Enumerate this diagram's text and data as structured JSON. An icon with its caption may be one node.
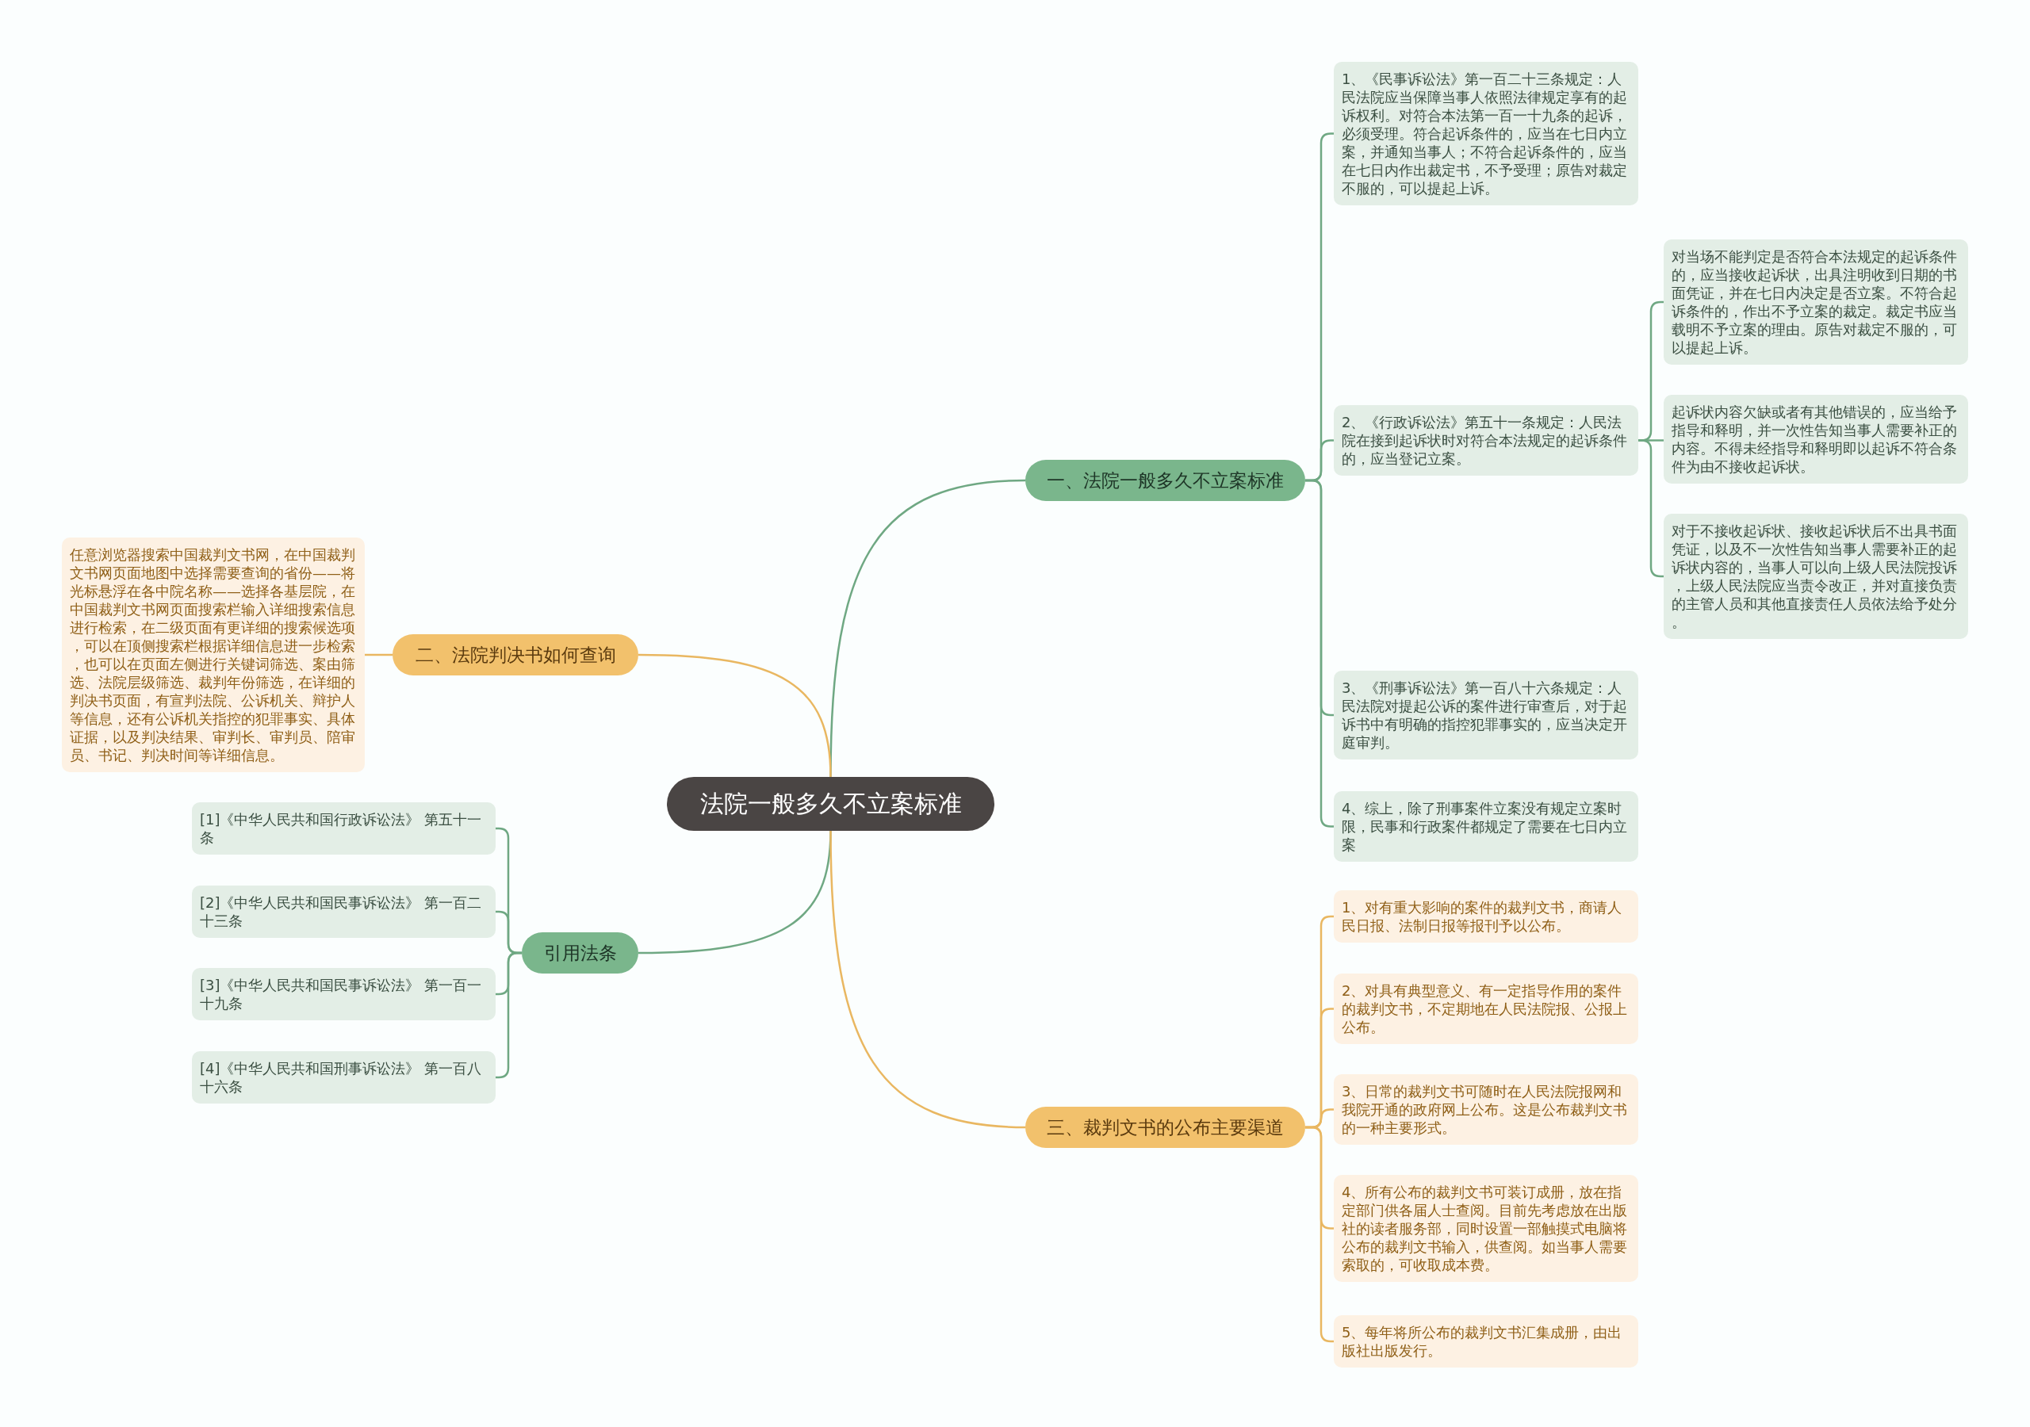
{
  "diagram": {
    "nodes": [
      {
        "text": [
          "法院一般多久不立案标准"
        ]
      },
      {
        "text": [
          "一、法院一般多久不立案标准"
        ]
      },
      {
        "text": [
          "1、《民事诉讼法》第一百二十三条规定：人民法院应当保障当事人依照法律规定享有的起诉权利。对符合本法第一百一十九条的起诉，必须受理。符合起诉条件的，应当在七日内立案，并通知当事人；不符合起诉条件的，应当在七日内作出裁定书，不予受理；原告对裁定不服的，可以提起上诉。"
        ]
      },
      {
        "text": [
          "2、《行政诉讼法》第五十一条规定：人民法院在接到起诉状时对符合本法规定的起诉条件的，应当登记立案。"
        ]
      },
      {
        "text": [
          "对当场不能判定是否符合本法规定的起诉条件的，应当接收起诉状，出具注明收到日期的书面凭证，并在七日内决定是否立案。不符合起诉条件的，作出不予立案的裁定。裁定书应当载明不予立案的理由。原告对裁定不服的，可以提起上诉。"
        ]
      },
      {
        "text": [
          "起诉状内容欠缺或者有其他错误的，应当给予指导和释明，并一次性告知当事人需要补正的内容。不得未经指导和释明即以起诉不符合条件为由不接收起诉状。"
        ]
      },
      {
        "text": [
          "对于不接收起诉状、接收起诉状后不出具书面凭证，以及不一次性告知当事人需要补正的起诉状内容的，当事人可以向上级人民法院投诉，上级人民法院应当责令改正，并对直接负责的主管人员和其他直接责任人员依法给予处分。"
        ]
      },
      {
        "text": [
          "3、《刑事诉讼法》第一百八十六条规定：人民法院对提起公诉的案件进行审查后，对于起诉书中有明确的指控犯罪事实的，应当决定开庭审判。"
        ]
      },
      {
        "text": [
          "4、综上，除了刑事案件立案没有规定立案时限，民事和行政案件都规定了需要在七日内立案"
        ]
      },
      {
        "text": [
          "二、法院判决书如何查询"
        ]
      },
      {
        "text": [
          "任意浏览器搜索中国裁判文书网，在中国裁判文书网页面地图中选择需要查询的省份——将光标悬浮在各中院名称——选择各基层院，在中国裁判文书网页面搜索栏输入详细搜索信息进行检索，在二级页面有更详细的搜索候选项，可以在顶侧搜索栏根据详细信息进一步检索，也可以在页面左侧进行关键词筛选、案由筛选、法院层级筛选、裁判年份筛选，在详细的判决书页面，有宣判法院、公诉机关、辩护人等信息，还有公诉机关指控的犯罪事实、具体证据，以及判决结果、审判长、审判员、陪审员、书记、判决时间等详细信息。"
        ]
      },
      {
        "text": [
          "引用法条"
        ]
      },
      {
        "text": [
          "[1]《中华人民共和国行政诉讼法》 第五十一条"
        ]
      },
      {
        "text": [
          "[2]《中华人民共和国民事诉讼法》 第一百二十三条"
        ]
      },
      {
        "text": [
          "[3]《中华人民共和国民事诉讼法》 第一百一十九条"
        ]
      },
      {
        "text": [
          "[4]《中华人民共和国刑事诉讼法》 第一百八十六条"
        ]
      },
      {
        "text": [
          "三、裁判文书的公布主要渠道"
        ]
      },
      {
        "text": [
          "1、对有重大影响的案件的裁判文书，商请人民日报、法制日报等报刊予以公布。"
        ]
      },
      {
        "text": [
          "2、对具有典型意义、有一定指导作用的案件的裁判文书，不定期地在人民法院报、公报上公布。"
        ]
      },
      {
        "text": [
          "3、日常的裁判文书可随时在人民法院报网和我院开通的政府网上公布。这是公布裁判文书的一种主要形式。"
        ]
      },
      {
        "text": [
          "4、所有公布的裁判文书可装订成册，放在指定部门供各届人士查阅。目前先考虑放在出版社的读者服务部，同时设置一部触摸式电脑将公布的裁判文书输入，供查阅。如当事人需要索取的，可收取成本费。"
        ]
      },
      {
        "text": [
          "5、每年将所公布的裁判文书汇集成册，由出版社出版发行。"
        ]
      }
    ],
    "edges": [
      {
        "from": 0,
        "to": 1,
        "arrow": "none"
      },
      {
        "from": 1,
        "to": 2,
        "arrow": "none"
      },
      {
        "from": 1,
        "to": 3,
        "arrow": "none"
      },
      {
        "from": 3,
        "to": 4,
        "arrow": "none"
      },
      {
        "from": 3,
        "to": 5,
        "arrow": "none"
      },
      {
        "from": 3,
        "to": 6,
        "arrow": "none"
      },
      {
        "from": 1,
        "to": 7,
        "arrow": "none"
      },
      {
        "from": 1,
        "to": 8,
        "arrow": "none"
      },
      {
        "from": 0,
        "to": 9,
        "arrow": "none",
        "color": "#e9b761"
      },
      {
        "from": 9,
        "to": 10,
        "arrow": "none",
        "color": "#e9b761"
      },
      {
        "from": 0,
        "to": 11,
        "arrow": "none"
      },
      {
        "from": 11,
        "to": 12,
        "arrow": "none"
      },
      {
        "from": 11,
        "to": 13,
        "arrow": "none"
      },
      {
        "from": 11,
        "to": 14,
        "arrow": "none"
      },
      {
        "from": 11,
        "to": 15,
        "arrow": "none"
      },
      {
        "from": 0,
        "to": 16,
        "arrow": "none",
        "color": "#e9b761"
      },
      {
        "from": 16,
        "to": 17,
        "arrow": "none",
        "color": "#e9b761"
      },
      {
        "from": 16,
        "to": 18,
        "arrow": "none",
        "color": "#e9b761"
      },
      {
        "from": 16,
        "to": 19,
        "arrow": "none",
        "color": "#e9b761"
      },
      {
        "from": 16,
        "to": 20,
        "arrow": "none",
        "color": "#e9b761"
      },
      {
        "from": 16,
        "to": 21,
        "arrow": "none",
        "color": "#e9b761"
      }
    ]
  }
}
